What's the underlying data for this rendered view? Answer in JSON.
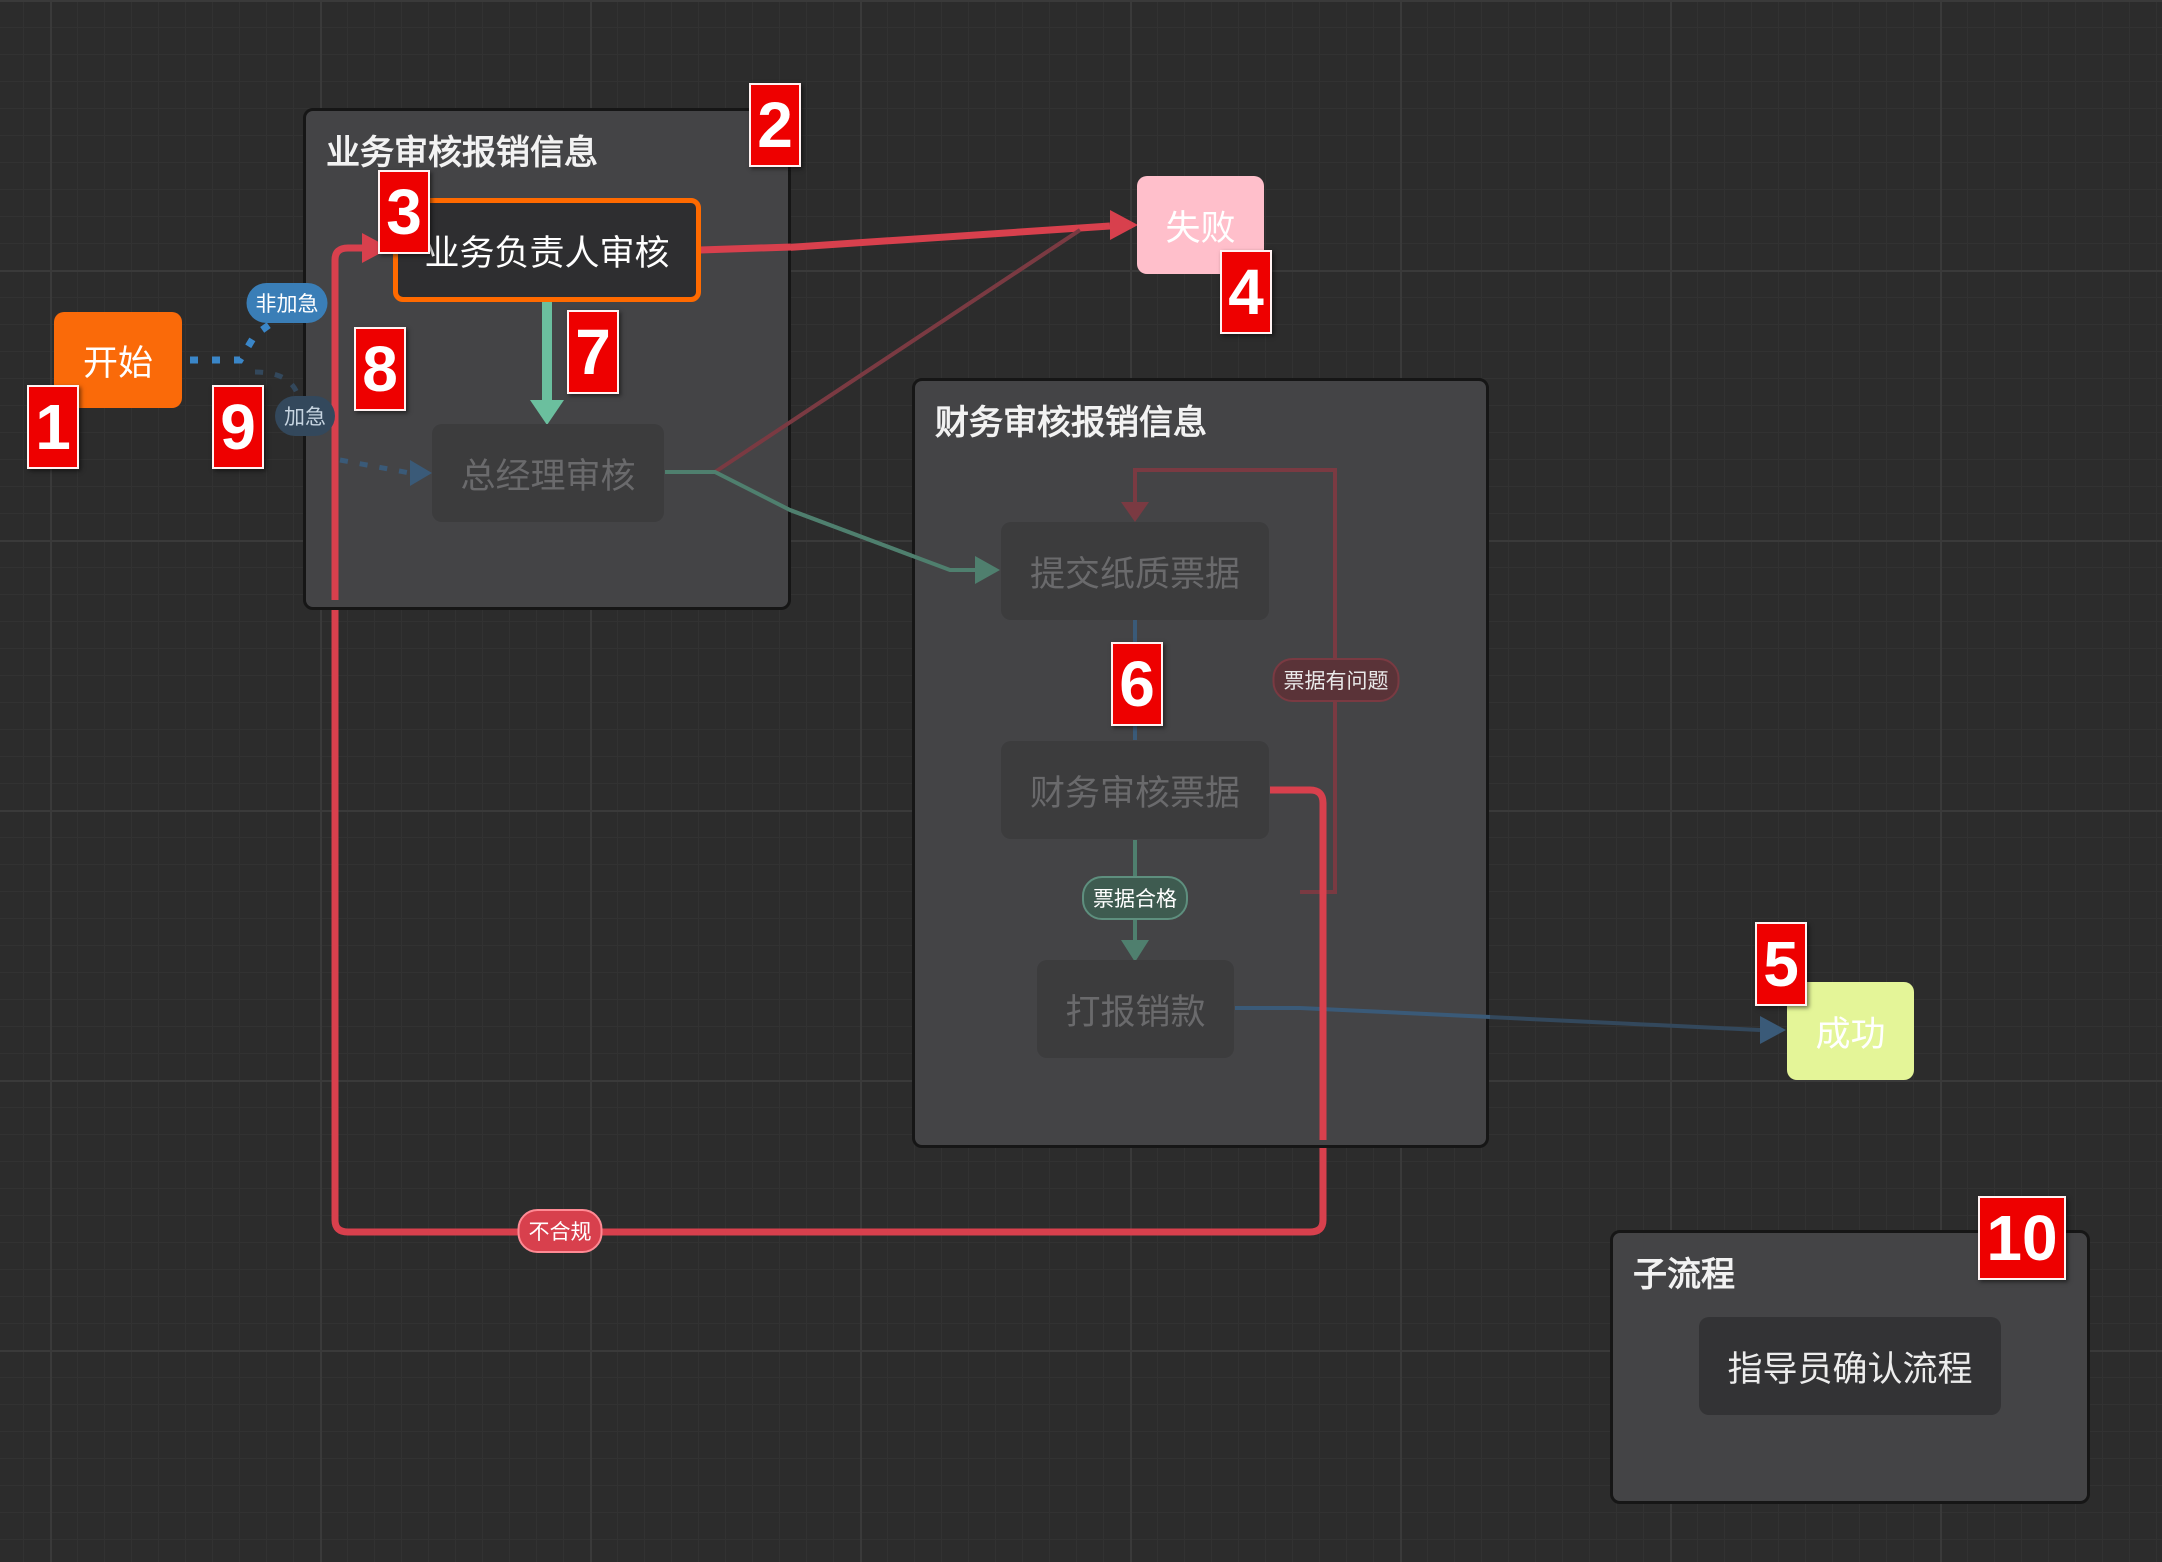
{
  "groups": {
    "business": {
      "title": "业务审核报销信息"
    },
    "finance": {
      "title": "财务审核报销信息"
    },
    "subflow": {
      "title": "子流程"
    }
  },
  "nodes": {
    "start": "开始",
    "business_owner_review": "业务负责人审核",
    "gm_review": "总经理审核",
    "fail": "失败",
    "submit_paper_receipt": "提交纸质票据",
    "finance_review_receipt": "财务审核票据",
    "payout": "打报销款",
    "success": "成功",
    "instructor_confirm": "指导员确认流程"
  },
  "edge_labels": {
    "non_urgent": "非加急",
    "urgent": "加急",
    "receipt_problem": "票据有问题",
    "receipt_ok": "票据合格",
    "non_compliant": "不合规"
  },
  "markers": [
    "1",
    "2",
    "3",
    "4",
    "5",
    "6",
    "7",
    "8",
    "9",
    "10"
  ],
  "colors": {
    "start": "#fa6a09",
    "active_border": "#ff6a00",
    "fail": "#ffbfcb",
    "success": "#e4f598",
    "edge_red": "#d8404d",
    "edge_green": "#6bbf9e",
    "edge_blue": "#3a86c8",
    "marker": "#ee0000"
  }
}
